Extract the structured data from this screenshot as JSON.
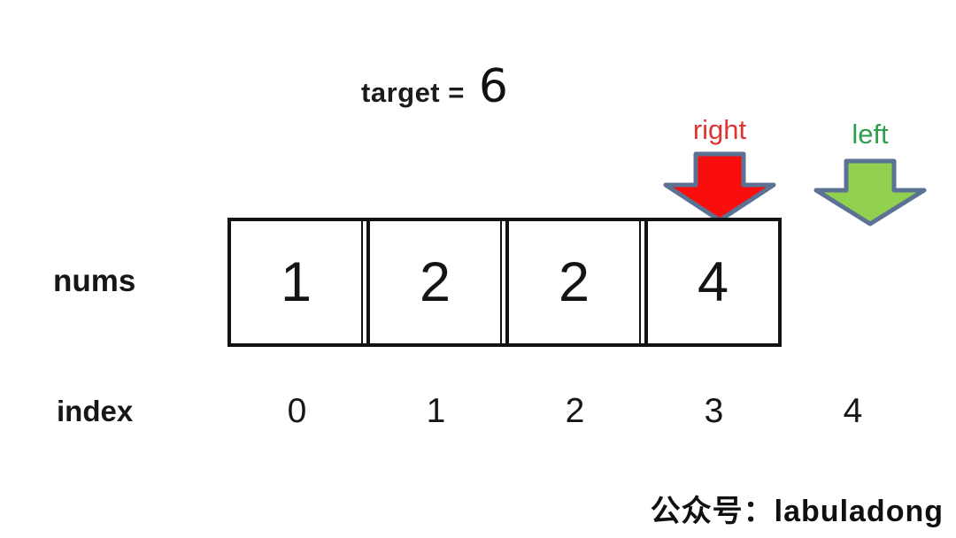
{
  "target": {
    "label": "target =",
    "value": "6"
  },
  "pointers": [
    {
      "label": "right",
      "text_color": "#e03434",
      "arrow_fill": "#f90d0d",
      "arrow_stroke": "#5b7294",
      "points_to_index": 3
    },
    {
      "label": "left",
      "text_color": "#2f9e51",
      "arrow_fill": "#92d050",
      "arrow_stroke": "#5b7294",
      "points_to_index": 4
    }
  ],
  "array": {
    "label": "nums",
    "values": [
      "1",
      "2",
      "2",
      "4"
    ]
  },
  "index": {
    "label": "index",
    "values": [
      "0",
      "1",
      "2",
      "3",
      "4"
    ]
  },
  "watermark": "公众号：labuladong"
}
